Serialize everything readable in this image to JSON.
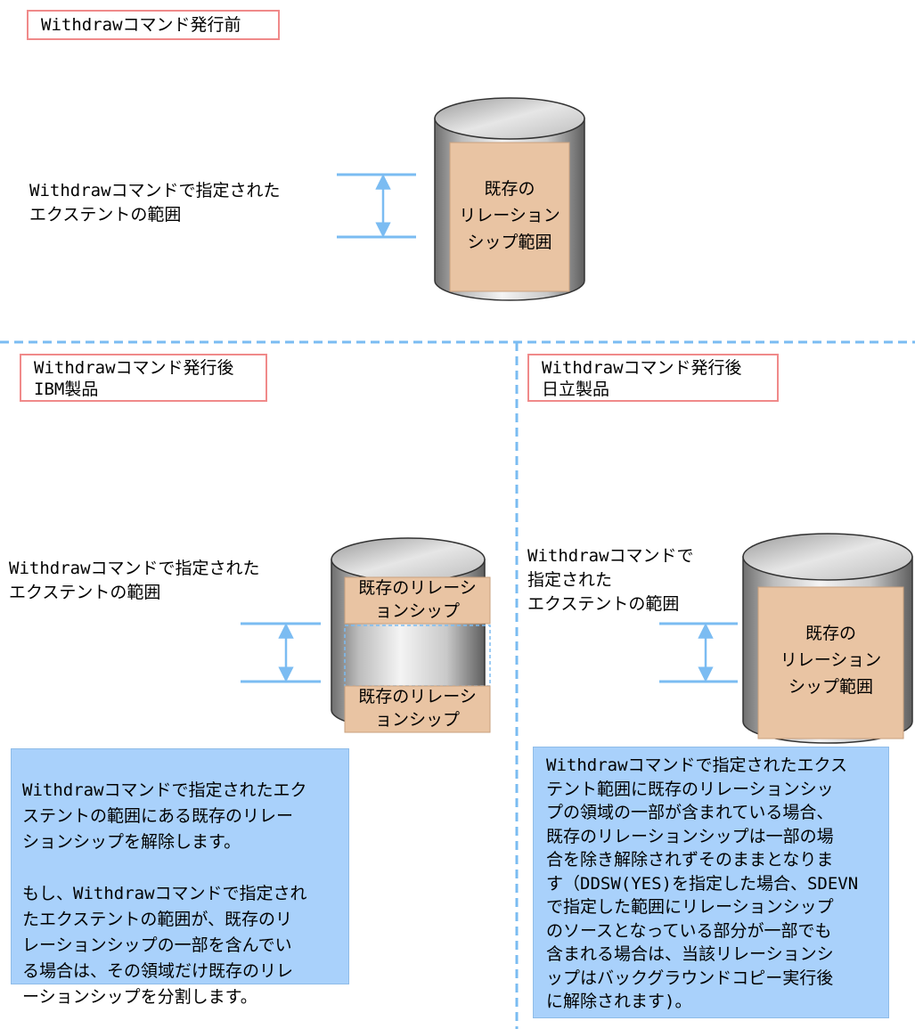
{
  "before": {
    "title": "Withdrawコマンド発行前",
    "range_caption": "Withdrawコマンドで指定された\nエクステントの範囲",
    "cylinder_text": "既存の\nリレーション\nシップ範囲"
  },
  "ibm": {
    "title": "Withdrawコマンド発行後\nIBM製品",
    "range_caption": "Withdrawコマンドで指定された\nエクステントの範囲",
    "segment_top": "既存のリレーシ\nョンシップ",
    "segment_bottom": "既存のリレーシ\nョンシップ",
    "note": "Withdrawコマンドで指定されたエク\nステントの範囲にある既存のリレー\nションシップを解除します。\n\nもし、Withdrawコマンドで指定され\nたエクステントの範囲が、既存のリ\nレーションシップの一部を含んでい\nる場合は、その領域だけ既存のリレ\nーションシップを分割します。"
  },
  "hitachi": {
    "title": "Withdrawコマンド発行後\n日立製品",
    "range_caption": "Withdrawコマンドで\n指定された\nエクステントの範囲",
    "cylinder_text": "既存の\nリレーション\nシップ範囲",
    "note": "Withdrawコマンドで指定されたエクス\nテント範囲に既存のリレーションシッ\nプの領域の一部が含まれている場合、\n既存のリレーションシップは一部の場\n合を除き解除されずそのままとなりま\nす（DDSW(YES)を指定した場合、SDEVN\nで指定した範囲にリレーションシップ\nのソースとなっている部分が一部でも\n含まれる場合は、当該リレーションシ\nップはバックグラウンドコピー実行後\nに解除されます)。"
  },
  "colors": {
    "label_border": "#f08a8a",
    "note_fill": "#a9d1fb",
    "relationship_fill": "#e9c4a3",
    "arrow": "#7bbcf2",
    "divider": "#7bbcf2"
  }
}
